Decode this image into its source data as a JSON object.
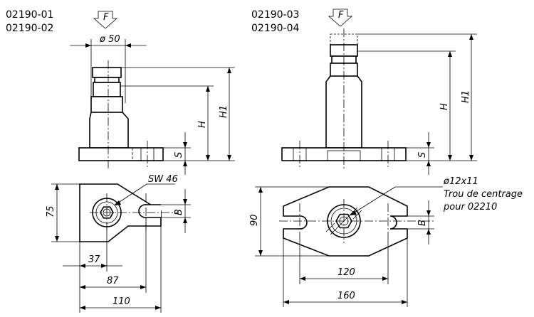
{
  "left_part": {
    "codes": [
      "02190-01",
      "02190-02"
    ],
    "force_label": "F",
    "dim_diameter": "ø 50",
    "dim_H": "H",
    "dim_H1": "H1",
    "dim_S": "S",
    "dim_SW": "SW 46",
    "dim_B": "B",
    "dim_75": "75",
    "dim_37": "37",
    "dim_87": "87",
    "dim_110": "110"
  },
  "right_part": {
    "codes": [
      "02190-03",
      "02190-04"
    ],
    "force_label": "F",
    "dim_H": "H",
    "dim_H1": "H1",
    "dim_S": "S",
    "dim_bore": "ø12x11",
    "note_line1": "Trou de centrage",
    "note_line2": "pour 02210",
    "dim_B": "B",
    "dim_90": "90",
    "dim_120": "120",
    "dim_160": "160"
  }
}
